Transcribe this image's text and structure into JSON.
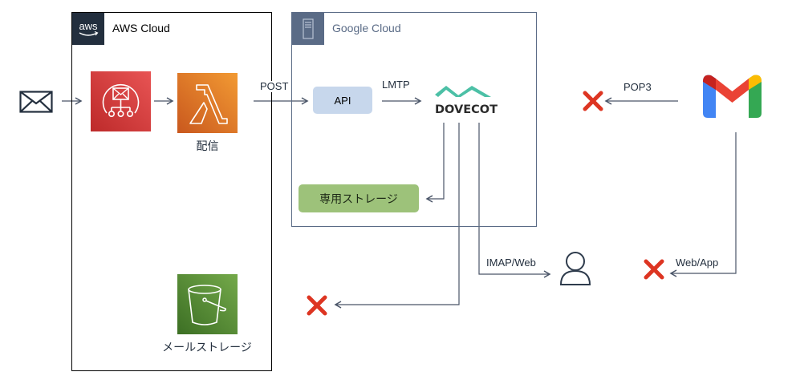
{
  "groups": {
    "aws": {
      "label": "AWS Cloud",
      "logo_text": "aws",
      "icon": "aws-logo-icon"
    },
    "gcp": {
      "label": "Google Cloud",
      "icon": "server-icon"
    }
  },
  "nodes": {
    "email_source": {
      "icon": "envelope-icon"
    },
    "ses": {
      "icon": "ses-email-fanout-icon",
      "color": "#d13b3b"
    },
    "lambda": {
      "icon": "lambda-icon",
      "label": "配信",
      "color": "#e0751e"
    },
    "s3": {
      "icon": "s3-bucket-icon",
      "label": "メールストレージ",
      "color": "#4b8a2e"
    },
    "api": {
      "label": "API",
      "color": "#c7d7ec"
    },
    "dovecot": {
      "logo_text": "DOVECOT",
      "icon": "dovecot-logo-icon",
      "color": "#4cc0a6"
    },
    "dedicated_storage": {
      "label": "専用ストレージ",
      "color": "#9dc27a"
    },
    "gmail": {
      "icon": "gmail-icon"
    },
    "user": {
      "icon": "user-icon"
    }
  },
  "edges": {
    "post": "POST",
    "lmtp": "LMTP",
    "pop3": "POP3",
    "imap_web": "IMAP/Web",
    "web_app": "Web/App"
  },
  "blocked": [
    {
      "icon": "blocked-x-icon",
      "note": "POP3"
    },
    {
      "icon": "blocked-x-icon",
      "note": "Web/App"
    },
    {
      "icon": "blocked-x-icon",
      "note": "Dovecot"
    }
  ],
  "colors": {
    "line": "#4a5568",
    "blocked": "#dd3522"
  }
}
